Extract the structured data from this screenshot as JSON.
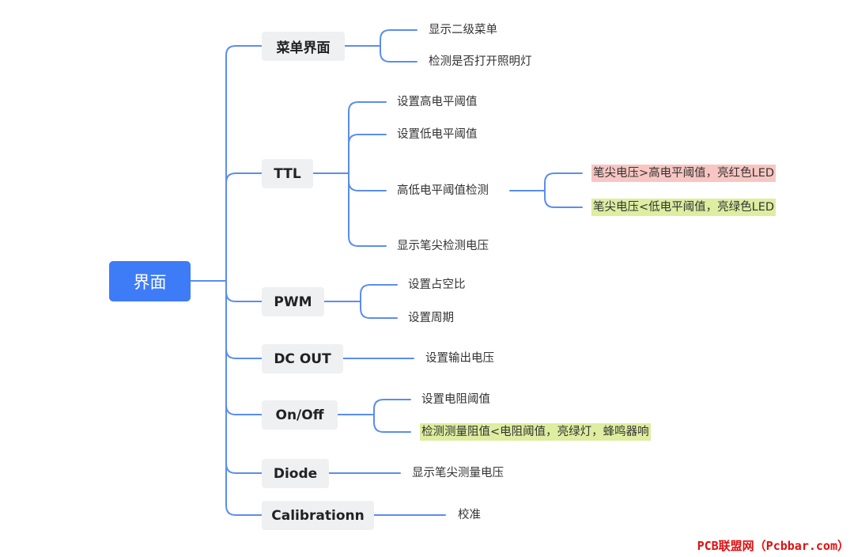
{
  "root": {
    "label": "界面"
  },
  "branches": {
    "menu": {
      "label": "菜单界面",
      "items": [
        "显示二级菜单",
        "检测是否打开照明灯"
      ]
    },
    "ttl": {
      "label": "TTL",
      "items": [
        "设置高电平阈值",
        "设置低电平阈值",
        "高低电平阈值检测",
        "显示笔尖检测电压"
      ],
      "detect_items": [
        "笔尖电压>高电平阈值，亮红色LED",
        "笔尖电压<低电平阈值，亮绿色LED"
      ]
    },
    "pwm": {
      "label": "PWM",
      "items": [
        "设置占空比",
        "设置周期"
      ]
    },
    "dcout": {
      "label": "DC OUT",
      "items": [
        "设置输出电压"
      ]
    },
    "onoff": {
      "label": "On/Off",
      "items": [
        "设置电阻阈值",
        "检测测量阻值<电阻阈值，亮绿灯，蜂鸣器响"
      ]
    },
    "diode": {
      "label": "Diode",
      "items": [
        "显示笔尖测量电压"
      ]
    },
    "calibration": {
      "label": "Calibrationn",
      "items": [
        "校准"
      ]
    }
  },
  "colors": {
    "root_fill": "#3e7bf7",
    "edge": "#5b8def",
    "branch_fill": "#eff0f2",
    "highlight_red": "#f8c6c2",
    "highlight_green": "#deeda0",
    "watermark": "#e01010"
  },
  "watermark": "PCB联盟网（Pcbbar.com）"
}
